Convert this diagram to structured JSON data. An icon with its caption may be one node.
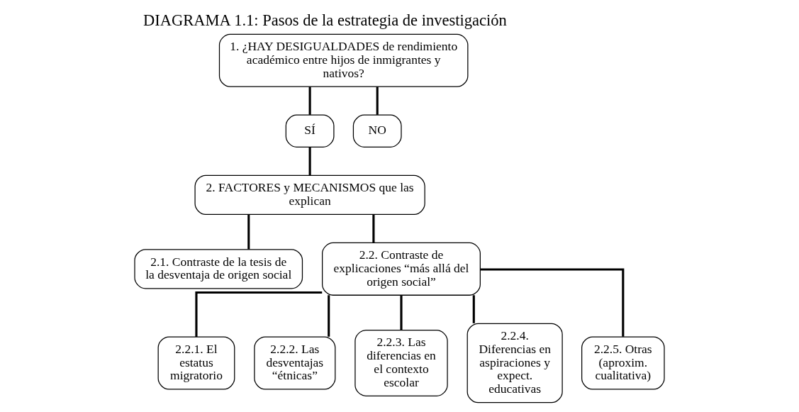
{
  "diagram": {
    "title": "DIAGRAMA 1.1: Pasos de la estrategia de investigación",
    "nodes": [
      {
        "text": [
          "1. ¿HAY DESIGUALDADES de rendimiento académico entre hijos de inmigrantes y nativos?"
        ]
      },
      {
        "text": [
          "SÍ"
        ]
      },
      {
        "text": [
          "NO"
        ]
      },
      {
        "text": [
          "2. FACTORES y MECANISMOS que las explican"
        ]
      },
      {
        "text": [
          "2.1. Contraste de la tesis de la desventaja de origen social"
        ]
      },
      {
        "text": [
          "2.2. Contraste de explicaciones “más allá del origen social”"
        ]
      },
      {
        "text": [
          "2.2.1. El estatus migratorio"
        ]
      },
      {
        "text": [
          "2.2.2. Las desventajas “étnicas”"
        ]
      },
      {
        "text": [
          "2.2.3. Las diferencias en el contexto escolar"
        ]
      },
      {
        "text": [
          "2.2.4. Diferencias en aspiraciones y expect. educativas"
        ]
      },
      {
        "text": [
          "2.2.5. Otras (aproxim. cualitativa)"
        ]
      }
    ],
    "edges": [
      {
        "from": 0,
        "to": 1,
        "arrow": "none"
      },
      {
        "from": 0,
        "to": 2,
        "arrow": "none"
      },
      {
        "from": 1,
        "to": 3,
        "arrow": "none"
      },
      {
        "from": 3,
        "to": 4,
        "arrow": "none"
      },
      {
        "from": 3,
        "to": 5,
        "arrow": "none"
      },
      {
        "from": 5,
        "to": 6,
        "arrow": "none"
      },
      {
        "from": 5,
        "to": 7,
        "arrow": "none"
      },
      {
        "from": 5,
        "to": 8,
        "arrow": "none"
      },
      {
        "from": 5,
        "to": 9,
        "arrow": "none"
      },
      {
        "from": 5,
        "to": 10,
        "arrow": "none"
      }
    ]
  }
}
